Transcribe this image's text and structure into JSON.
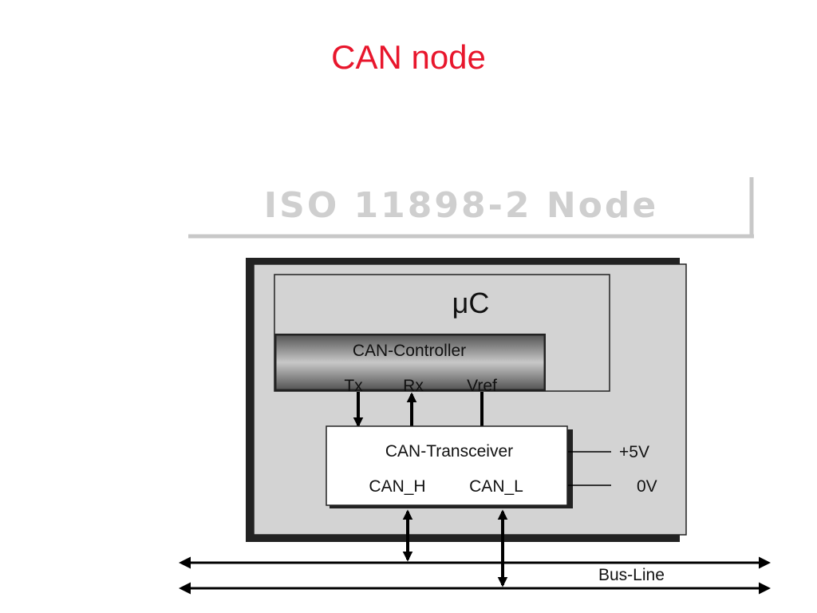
{
  "title": "CAN node",
  "diagram": {
    "heading": "ISO 11898-2 Node",
    "microcontroller": "μC",
    "controller": "CAN-Controller",
    "pins": {
      "tx": "Tx",
      "rx": "Rx",
      "vref": "Vref"
    },
    "transceiver": "CAN-Transceiver",
    "bus_pins": {
      "can_h": "CAN_H",
      "can_l": "CAN_L"
    },
    "supply": {
      "plus5v": "+5V",
      "zero_v": "0V"
    },
    "bus_label": "Bus-Line"
  },
  "colors": {
    "title": "#e8162c",
    "node_box": "#d3d3d3",
    "heading_text": "#cfcfcf"
  }
}
